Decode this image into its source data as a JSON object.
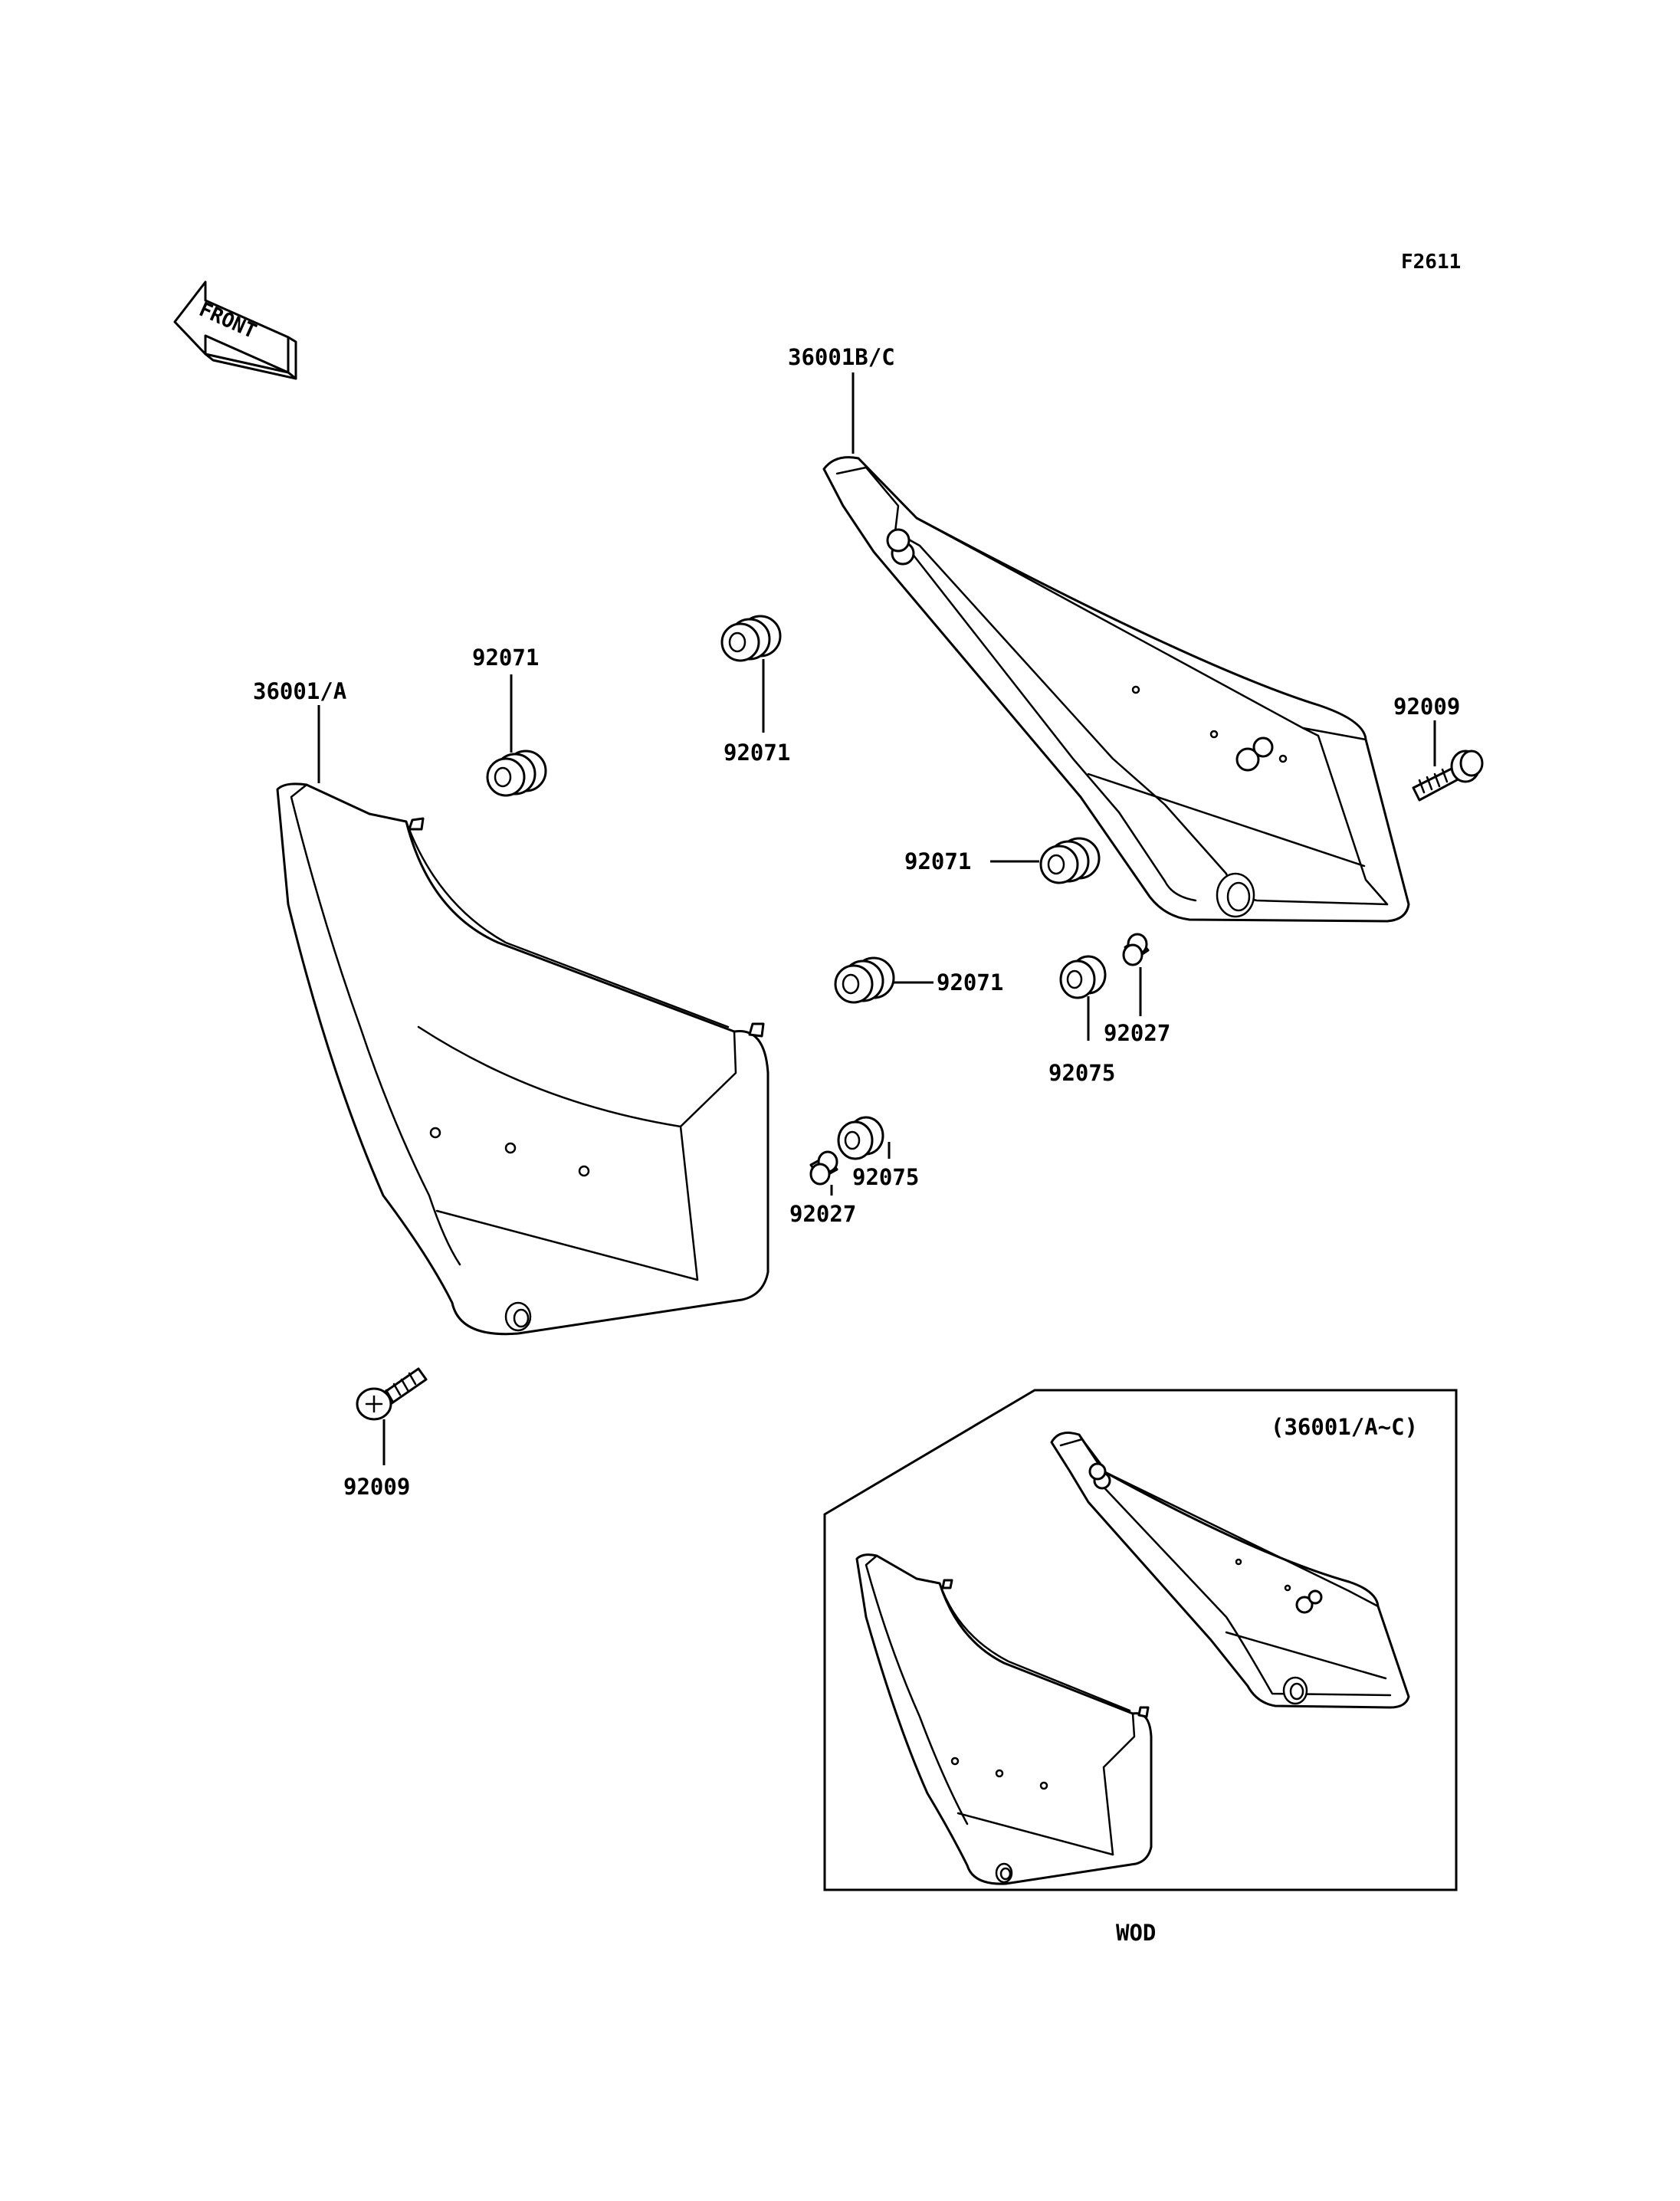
{
  "diagram": {
    "figure_code": "F2611",
    "front_arrow_label": "FRONT",
    "labels": {
      "cover_right": "36001B/C",
      "cover_left": "36001/A",
      "grommet_a": "92071",
      "grommet_b": "92071",
      "grommet_c": "92071",
      "grommet_d": "92071",
      "bolt_right": "92009",
      "bolt_left": "92009",
      "collar_right": "92027",
      "collar_left": "92027",
      "bushing_right": "92075",
      "bushing_left": "92075"
    },
    "inset": {
      "title": "(36001/A~C)",
      "caption": "WOD"
    }
  }
}
